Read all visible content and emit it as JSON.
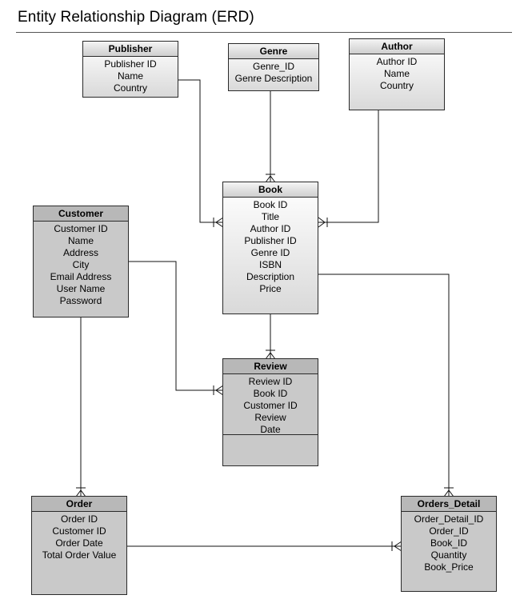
{
  "title": "Entity Relationship Diagram (ERD)",
  "entities": {
    "publisher": {
      "name": "Publisher",
      "fields": [
        "Publisher ID",
        "Name",
        "Country"
      ]
    },
    "genre": {
      "name": "Genre",
      "fields": [
        "Genre_ID",
        "Genre Description"
      ]
    },
    "author": {
      "name": "Author",
      "fields": [
        "Author ID",
        "Name",
        "Country"
      ]
    },
    "book": {
      "name": "Book",
      "fields": [
        "Book ID",
        "Title",
        "Author ID",
        "Publisher ID",
        "Genre ID",
        "ISBN",
        "Description",
        "Price"
      ]
    },
    "customer": {
      "name": "Customer",
      "fields": [
        "Customer ID",
        "Name",
        "Address",
        "City",
        "Email Address",
        "User Name",
        "Password"
      ]
    },
    "review": {
      "name": "Review",
      "fields": [
        "Review ID",
        "Book ID",
        "Customer ID",
        "Review",
        "Date"
      ]
    },
    "order": {
      "name": "Order",
      "fields": [
        "Order ID",
        "Customer ID",
        "Order Date",
        "Total Order Value"
      ]
    },
    "orders_detail": {
      "name": "Orders_Detail",
      "fields": [
        "Order_Detail_ID",
        "Order_ID",
        "Book_ID",
        "Quantity",
        "Book_Price"
      ]
    }
  },
  "relationships": [
    {
      "from": "Publisher",
      "to": "Book",
      "cardinality": "one-to-many"
    },
    {
      "from": "Genre",
      "to": "Book",
      "cardinality": "one-to-many"
    },
    {
      "from": "Author",
      "to": "Book",
      "cardinality": "one-to-many"
    },
    {
      "from": "Book",
      "to": "Review",
      "cardinality": "one-to-many"
    },
    {
      "from": "Customer",
      "to": "Review",
      "cardinality": "one-to-many"
    },
    {
      "from": "Customer",
      "to": "Order",
      "cardinality": "one-to-many"
    },
    {
      "from": "Book",
      "to": "Orders_Detail",
      "cardinality": "one-to-many"
    },
    {
      "from": "Order",
      "to": "Orders_Detail",
      "cardinality": "one-to-many"
    }
  ]
}
